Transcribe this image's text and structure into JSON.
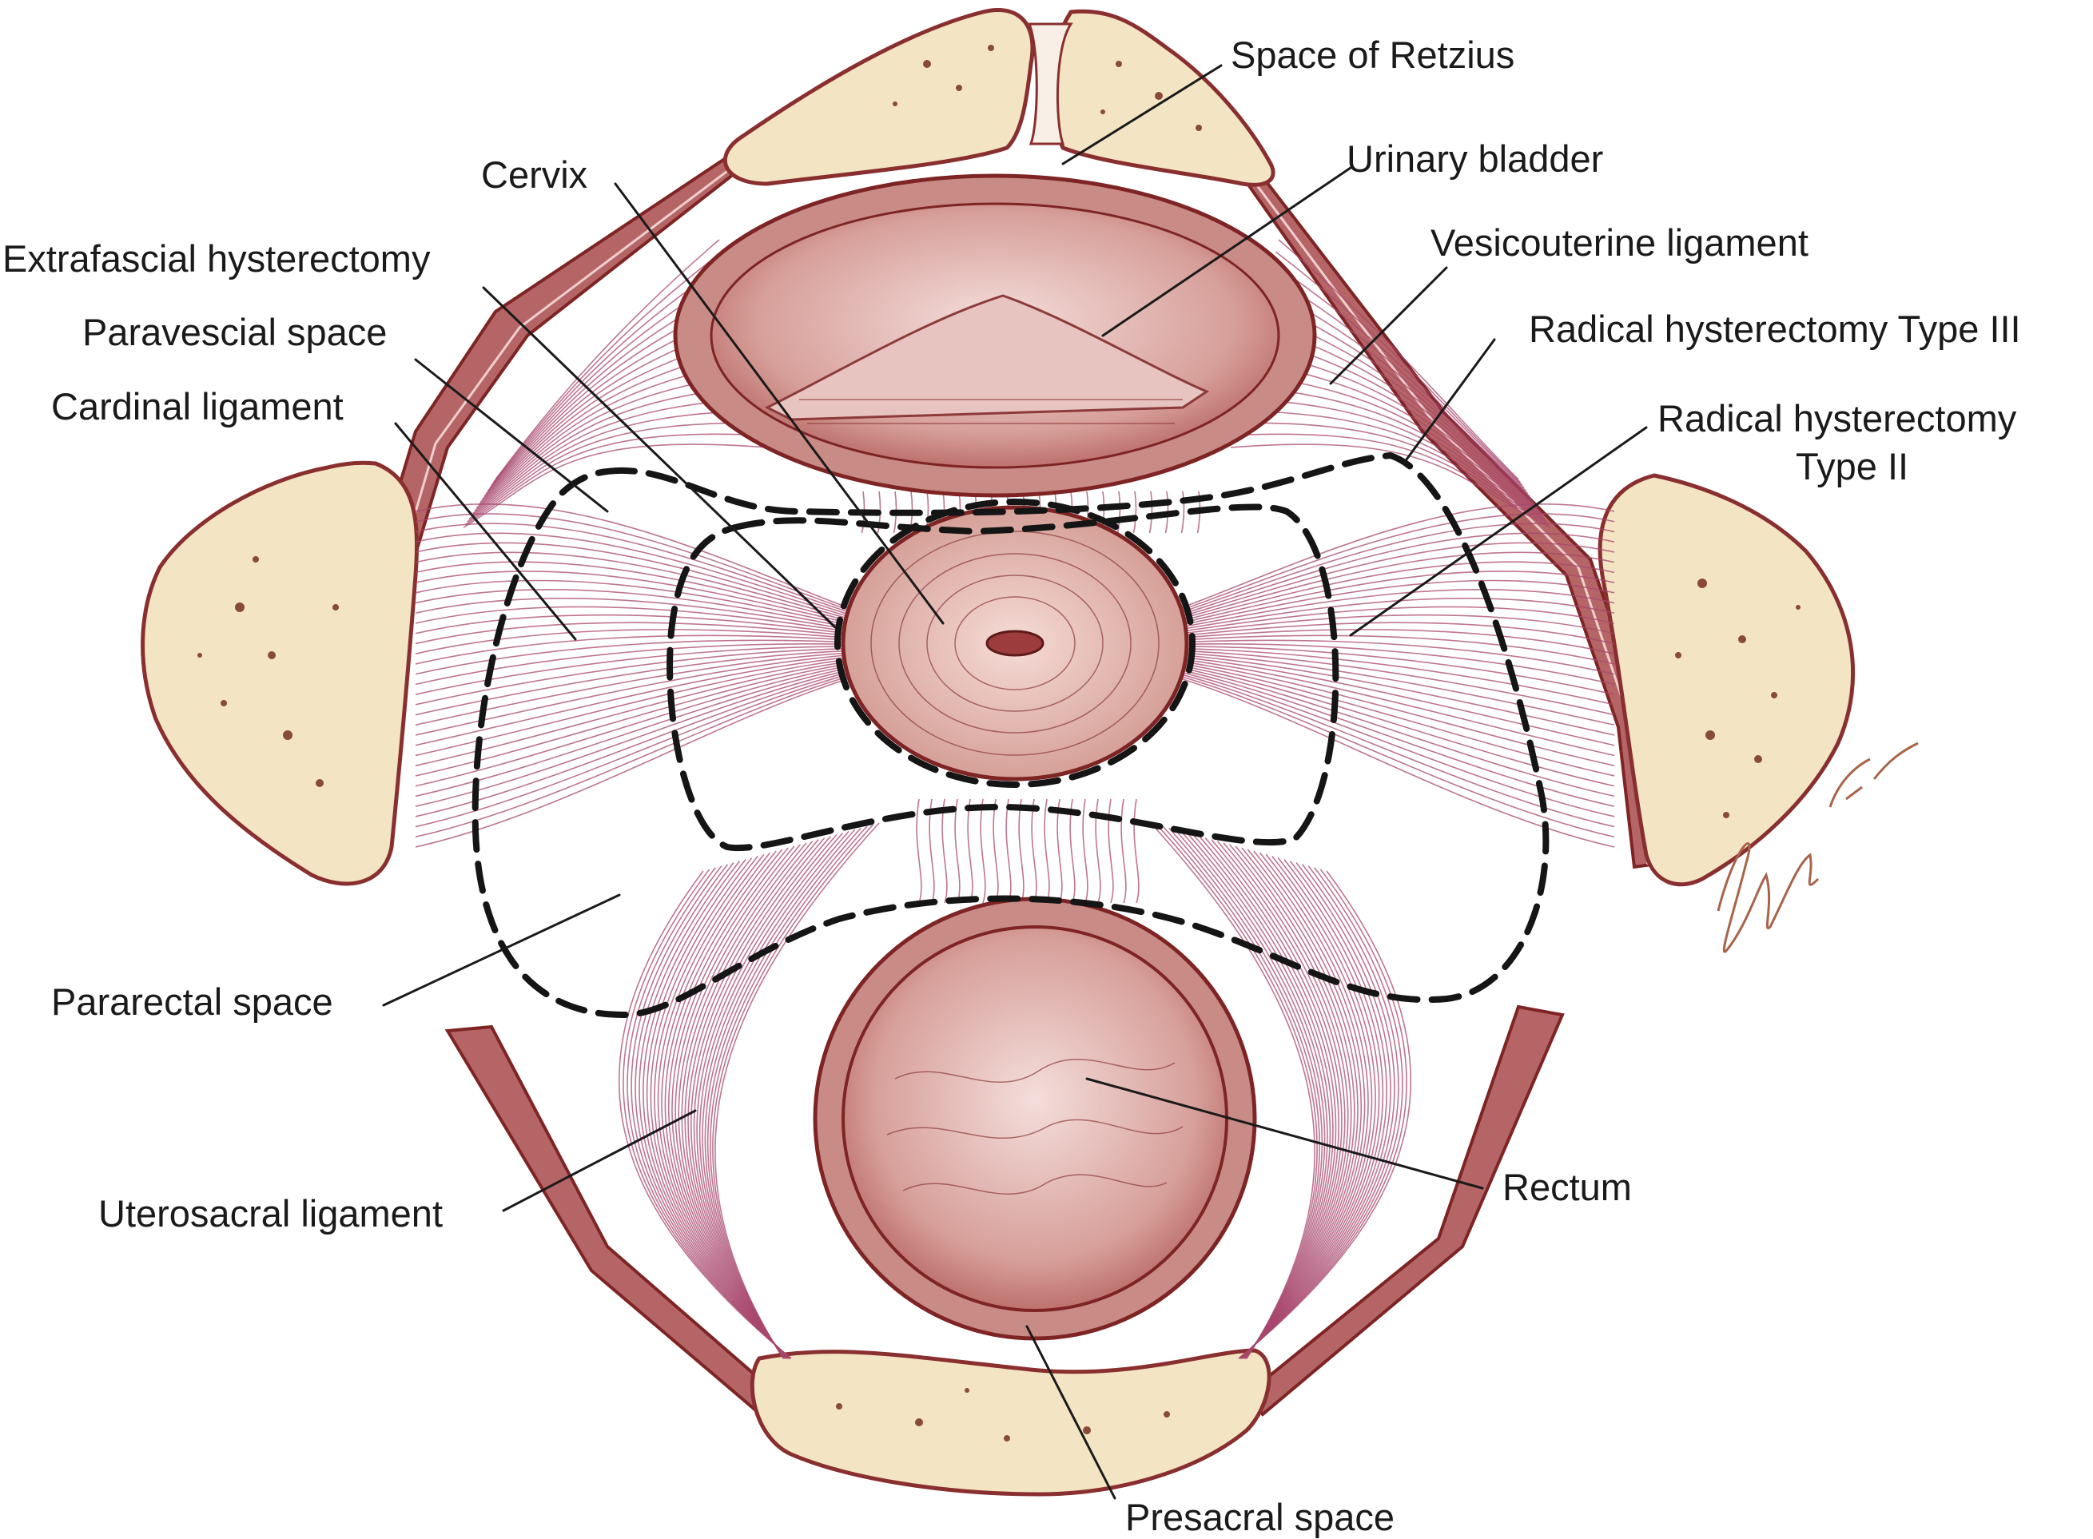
{
  "labels": {
    "space_of_retzius": "Space of Retzius",
    "urinary_bladder": "Urinary bladder",
    "cervix": "Cervix",
    "extrafascial_hysterectomy": "Extrafascial hysterectomy",
    "vesicouterine_ligament": "Vesicouterine ligament",
    "paravescial_space": "Paravescial space",
    "radical_type_iii": "Radical hysterectomy Type III",
    "cardinal_ligament": "Cardinal ligament",
    "radical_type_ii_line1": "Radical hysterectomy",
    "radical_type_ii_line2": "Type II",
    "pararectal_space": "Pararectal space",
    "uterosacral_ligament": "Uterosacral ligament",
    "rectum": "Rectum",
    "presacral_space": "Presacral space"
  },
  "colors": {
    "bone": "#f3e4c4",
    "bone_outline": "#8a2f2f",
    "muscle_wall": "#b56565",
    "ligament_fibers": "#a8476e",
    "organ_lumen": "#d9a6a2",
    "dashed_boundaries": "#151515"
  }
}
